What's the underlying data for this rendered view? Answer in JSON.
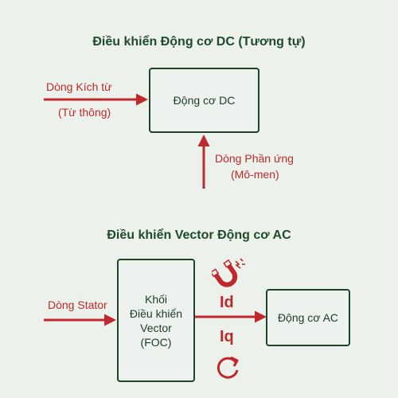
{
  "dc": {
    "title": "Điều khiển Động cơ DC (Tương tự)",
    "motor_label": "Động cơ DC",
    "field_current_label": "Dòng Kích từ",
    "field_current_sub": "(Từ thông)",
    "armature_current_label": "Dòng Phần ứng",
    "armature_current_sub": "(Mô-men)"
  },
  "ac": {
    "title": "Điều khiển Vector Động cơ AC",
    "stator_label": "Dòng Stator",
    "foc_line1": "Khối",
    "foc_line2": "Điều khiển",
    "foc_line3": "Vector",
    "foc_line4": "(FOC)",
    "id_label": "Id",
    "iq_label": "Iq",
    "motor_label": "Động cơ AC"
  },
  "icons": {
    "flux": "magnet-icon",
    "torque": "rotation-icon"
  },
  "colors": {
    "arrow": "#c0282b",
    "box_border": "#1e4426",
    "title": "#1f4a2b",
    "background": "#ecf1ec"
  }
}
